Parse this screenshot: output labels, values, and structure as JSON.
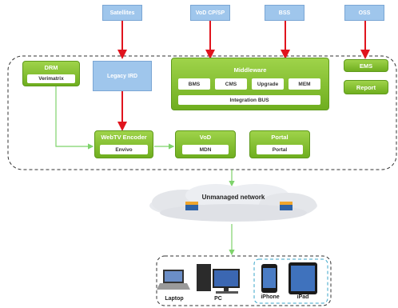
{
  "top_sources": [
    "Satellites",
    "VoD CP/SP",
    "BSS",
    "OSS"
  ],
  "drm": {
    "title": "DRM",
    "item": "Verimatrix"
  },
  "legacy_ird": "Legacy IRD",
  "middleware": {
    "title": "Middleware",
    "items": [
      "BMS",
      "CMS",
      "Upgrade",
      "MEM"
    ],
    "bus": "Integration BUS"
  },
  "ems": "EMS",
  "report": "Report",
  "encoder": {
    "title": "WebTV Encoder",
    "item": "Envivo"
  },
  "vod": {
    "title": "VoD",
    "item": "MDN"
  },
  "portal": {
    "title": "Portal",
    "item": "Portal"
  },
  "network": "Unmanaged network",
  "devices": [
    "Laptop",
    "PC",
    "iPhone",
    "iPad"
  ],
  "colors": {
    "green": "#7dbb2a",
    "blue": "#9fc6ec",
    "red": "#e0141e",
    "arrow_green": "#7ed36b"
  }
}
